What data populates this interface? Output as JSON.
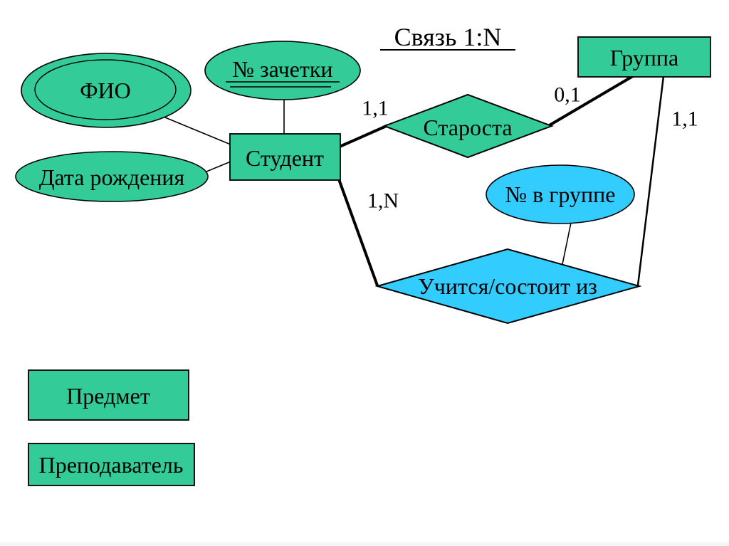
{
  "slide": {
    "title": "Связь 1:N"
  },
  "nodes": {
    "fio": {
      "label": "ФИО",
      "shape": "double-ellipse",
      "role": "key-attribute"
    },
    "zachetka": {
      "label": "№ зачетки",
      "shape": "ellipse",
      "role": "key-attribute-underlined"
    },
    "birthdate": {
      "label": "Дата рождения",
      "shape": "ellipse",
      "role": "attribute"
    },
    "student": {
      "label": "Студент",
      "shape": "rectangle",
      "role": "entity"
    },
    "starosta": {
      "label": "Староста",
      "shape": "diamond",
      "role": "relationship"
    },
    "gruppa": {
      "label": "Группа",
      "shape": "rectangle",
      "role": "entity"
    },
    "group_number": {
      "label": "№ в группе",
      "shape": "ellipse",
      "role": "attribute"
    },
    "uchitsya": {
      "label": "Учится/состоит из",
      "shape": "diamond",
      "role": "relationship"
    },
    "predmet": {
      "label": "Предмет",
      "shape": "rectangle",
      "role": "entity"
    },
    "prepodavatel": {
      "label": "Преподаватель",
      "shape": "rectangle",
      "role": "entity"
    }
  },
  "cardinalities": {
    "student_starosta": "1,1",
    "starosta_gruppa": "0,1",
    "gruppa_uchitsya": "1,1",
    "student_uchitsya": "1,N"
  },
  "colors": {
    "green": "#33cc99",
    "cyan": "#33ccff",
    "stroke": "#000000",
    "background": "#ffffff"
  }
}
